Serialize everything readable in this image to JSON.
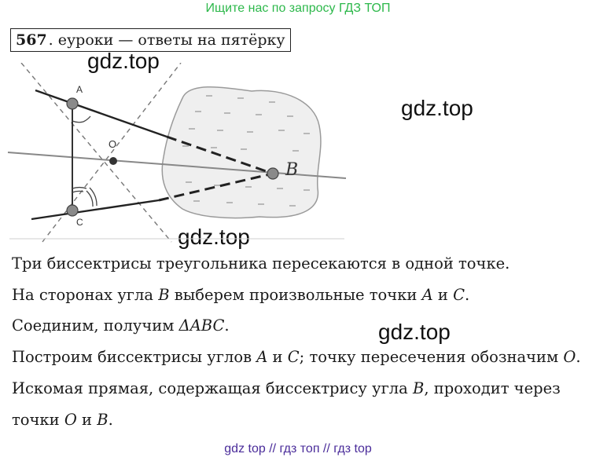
{
  "banner": {
    "text": "Ищите нас по запросу ГДЗ ТОП"
  },
  "task": {
    "number": "567",
    "title": ". еуроки — ответы на пятёрку"
  },
  "watermarks": [
    "gdz.top",
    "gdz.top",
    "gdz.top",
    "gdz.top"
  ],
  "figure": {
    "point_a": "A",
    "point_b": "B",
    "point_c": "C",
    "point_o": "O"
  },
  "solution": {
    "line1": "Три биссектрисы треугольника пересекаются в одной точке.",
    "line2": {
      "t1": "На сторонах угла ",
      "v1": "B",
      "t2": " выберем произвольные точки ",
      "v2": "A",
      "t3": " и ",
      "v3": "C",
      "t4": "."
    },
    "line3": {
      "t1": "Соединим, получим  ",
      "v1": "ΔABC",
      "t2": "."
    },
    "line4": {
      "t1": "Построим биссектрисы углов ",
      "v1": "A",
      "t2": " и ",
      "v2": "C",
      "t3": "; точку пересечения обозначим ",
      "v3": "O",
      "t4": "."
    },
    "line5": {
      "t1": "Искомая прямая, содержащая биссектрису угла ",
      "v1": "B",
      "t2": ", проходит через"
    },
    "line6": {
      "t1": "точки ",
      "v1": "O",
      "t2": " и ",
      "v2": "B",
      "t3": "."
    }
  },
  "footer": {
    "text": "gdz top  //  гдз топ  //  гдз top"
  },
  "colors": {
    "banner": "#2db84b",
    "footer": "#4a2c9a",
    "lake_fill": "#efefef",
    "point_fill": "#8a8a8a"
  }
}
